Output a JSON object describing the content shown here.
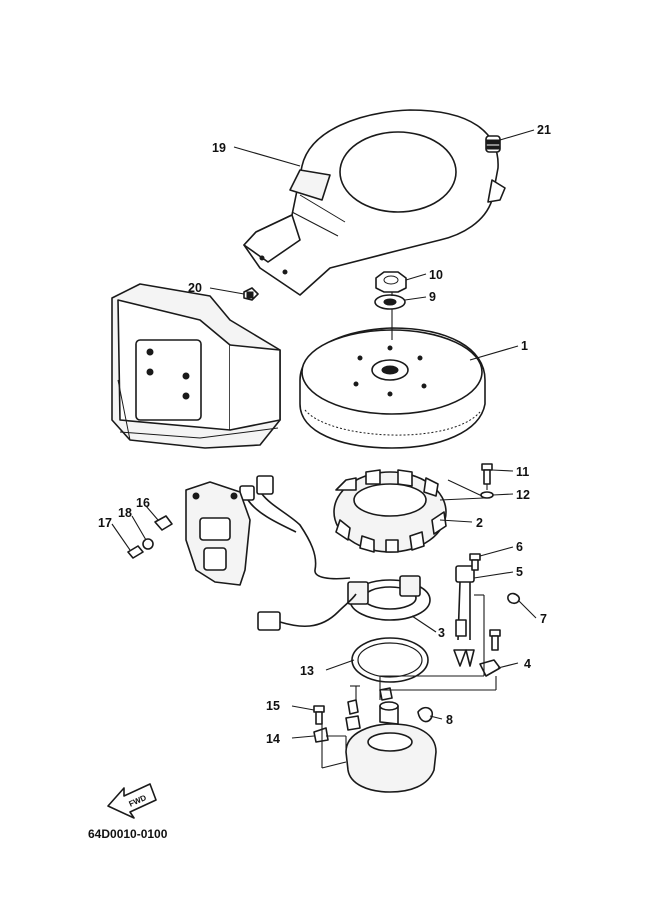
{
  "diagram_code": "64D0010-0100",
  "direction_badge": "FWD",
  "callouts": [
    {
      "id": "1",
      "text": "1"
    },
    {
      "id": "2",
      "text": "2"
    },
    {
      "id": "3",
      "text": "3"
    },
    {
      "id": "4",
      "text": "4"
    },
    {
      "id": "5",
      "text": "5"
    },
    {
      "id": "6",
      "text": "6"
    },
    {
      "id": "7",
      "text": "7"
    },
    {
      "id": "8",
      "text": "8"
    },
    {
      "id": "9",
      "text": "9"
    },
    {
      "id": "10",
      "text": "10"
    },
    {
      "id": "11",
      "text": "11"
    },
    {
      "id": "12",
      "text": "12"
    },
    {
      "id": "13",
      "text": "13"
    },
    {
      "id": "14",
      "text": "14"
    },
    {
      "id": "15",
      "text": "15"
    },
    {
      "id": "16",
      "text": "16"
    },
    {
      "id": "17",
      "text": "17"
    },
    {
      "id": "18",
      "text": "18"
    },
    {
      "id": "19",
      "text": "19"
    },
    {
      "id": "20",
      "text": "20"
    },
    {
      "id": "21",
      "text": "21"
    }
  ]
}
